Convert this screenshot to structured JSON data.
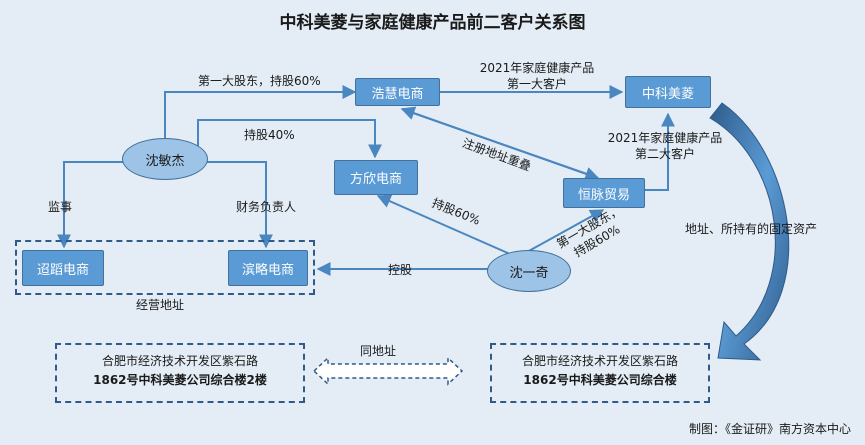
{
  "title": "中科美菱与家庭健康产品前二客户关系图",
  "nodes": {
    "haohui": "浩慧电商",
    "zkml": "中科美菱",
    "shenminjie": "沈敏杰",
    "fangxin": "方欣电商",
    "hengmai": "恒脉贸易",
    "tiaodao": "迢蹈电商",
    "binlue": "滨略电商",
    "shenyiqi": "沈一奇"
  },
  "edges": {
    "smj_haohui": "第一大股东，持股60%",
    "haohui_zkml_l1": "2021年家庭健康产品",
    "haohui_zkml_l2": "第一大客户",
    "smj_fangxin": "持股40%",
    "reg_addr": "注册地址重叠",
    "hengmai_zkml_l1": "2021年家庭健康产品",
    "hengmai_zkml_l2": "第二大客户",
    "supervisor": "监事",
    "finance": "财务负责人",
    "syq_fangxin": "持股60%",
    "syq_hengmai_l1": "第一大股东，",
    "syq_hengmai_l2": "持股60%",
    "control": "控股",
    "asset": "地址、所持有的固定资产",
    "biz_addr": "经营地址",
    "same_addr": "同地址"
  },
  "addresses": {
    "left_l1": "合肥市经济技术开发区紫石路",
    "left_l2": "1862号中科美菱公司综合楼2楼",
    "right_l1": "合肥市经济技术开发区紫石路",
    "right_l2": "1862号中科美菱公司综合楼"
  },
  "credit": "制图：《金证研》南方资本中心",
  "colors": {
    "box": "#5b9bd5",
    "ellipse": "#9dc3e6",
    "line": "#4a86c0",
    "dash": "#2e5b8a",
    "background": "#e4edf5"
  }
}
